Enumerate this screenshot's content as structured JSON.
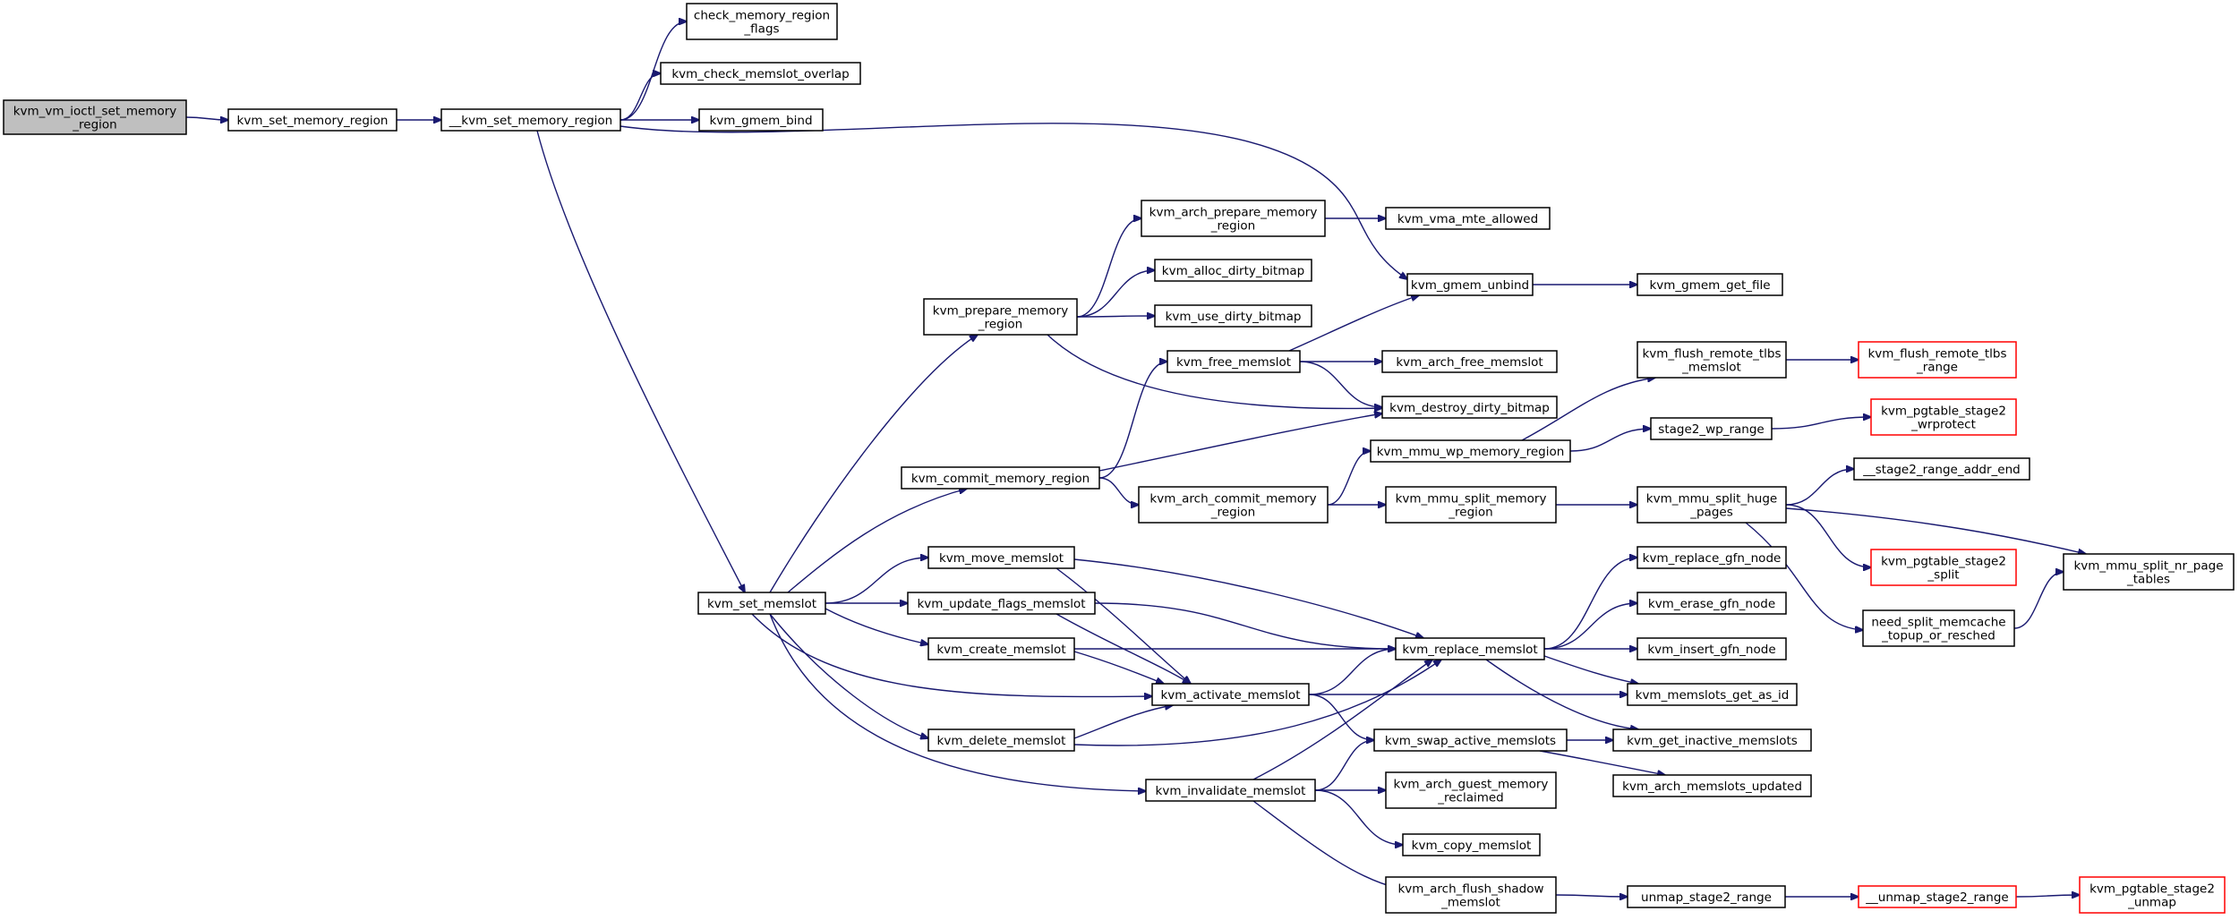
{
  "colors": {
    "edge": "#191970",
    "node_border": "#000000",
    "node_border_truncated": "#ff0000",
    "node_fill": "#ffffff",
    "root_fill": "#bfbfbf",
    "text": "#000000"
  },
  "nodes": [
    {
      "id": "root",
      "lines": [
        "kvm_vm_ioctl_set_memory",
        "_region"
      ],
      "kind": "root"
    },
    {
      "id": "set_mem",
      "lines": [
        "kvm_set_memory_region"
      ],
      "kind": "normal"
    },
    {
      "id": "__set_mem",
      "lines": [
        "__kvm_set_memory_region"
      ],
      "kind": "normal"
    },
    {
      "id": "check_flags",
      "lines": [
        "check_memory_region",
        "_flags"
      ],
      "kind": "normal"
    },
    {
      "id": "overlap",
      "lines": [
        "kvm_check_memslot_overlap"
      ],
      "kind": "normal"
    },
    {
      "id": "gmem_bind",
      "lines": [
        "kvm_gmem_bind"
      ],
      "kind": "normal"
    },
    {
      "id": "arch_prepare",
      "lines": [
        "kvm_arch_prepare_memory",
        "_region"
      ],
      "kind": "normal"
    },
    {
      "id": "mte",
      "lines": [
        "kvm_vma_mte_allowed"
      ],
      "kind": "normal"
    },
    {
      "id": "alloc_dirty",
      "lines": [
        "kvm_alloc_dirty_bitmap"
      ],
      "kind": "normal"
    },
    {
      "id": "gmem_unbind",
      "lines": [
        "kvm_gmem_unbind"
      ],
      "kind": "normal"
    },
    {
      "id": "gmem_get_file",
      "lines": [
        "kvm_gmem_get_file"
      ],
      "kind": "normal"
    },
    {
      "id": "use_dirty",
      "lines": [
        "kvm_use_dirty_bitmap"
      ],
      "kind": "normal"
    },
    {
      "id": "prepare",
      "lines": [
        "kvm_prepare_memory",
        "_region"
      ],
      "kind": "normal"
    },
    {
      "id": "free_memslot",
      "lines": [
        "kvm_free_memslot"
      ],
      "kind": "normal"
    },
    {
      "id": "arch_free",
      "lines": [
        "kvm_arch_free_memslot"
      ],
      "kind": "normal"
    },
    {
      "id": "flush_tlbs",
      "lines": [
        "kvm_flush_remote_tlbs",
        "_memslot"
      ],
      "kind": "normal"
    },
    {
      "id": "flush_tlbs_range",
      "lines": [
        "kvm_flush_remote_tlbs",
        "_range"
      ],
      "kind": "truncated"
    },
    {
      "id": "destroy_dirty",
      "lines": [
        "kvm_destroy_dirty_bitmap"
      ],
      "kind": "normal"
    },
    {
      "id": "wp_range",
      "lines": [
        "stage2_wp_range"
      ],
      "kind": "normal"
    },
    {
      "id": "wrprotect",
      "lines": [
        "kvm_pgtable_stage2",
        "_wrprotect"
      ],
      "kind": "truncated"
    },
    {
      "id": "wp_region",
      "lines": [
        "kvm_mmu_wp_memory_region"
      ],
      "kind": "normal"
    },
    {
      "id": "commit",
      "lines": [
        "kvm_commit_memory_region"
      ],
      "kind": "normal"
    },
    {
      "id": "arch_commit",
      "lines": [
        "kvm_arch_commit_memory",
        "_region"
      ],
      "kind": "normal"
    },
    {
      "id": "split_region",
      "lines": [
        "kvm_mmu_split_memory",
        "_region"
      ],
      "kind": "normal"
    },
    {
      "id": "split_huge",
      "lines": [
        "kvm_mmu_split_huge",
        "_pages"
      ],
      "kind": "normal"
    },
    {
      "id": "addr_end",
      "lines": [
        "__stage2_range_addr_end"
      ],
      "kind": "normal"
    },
    {
      "id": "move",
      "lines": [
        "kvm_move_memslot"
      ],
      "kind": "normal"
    },
    {
      "id": "replace_gfn",
      "lines": [
        "kvm_replace_gfn_node"
      ],
      "kind": "normal"
    },
    {
      "id": "stage2_split",
      "lines": [
        "kvm_pgtable_stage2",
        "_split"
      ],
      "kind": "truncated"
    },
    {
      "id": "nr_page",
      "lines": [
        "kvm_mmu_split_nr_page",
        "_tables"
      ],
      "kind": "normal"
    },
    {
      "id": "set_memslot",
      "lines": [
        "kvm_set_memslot"
      ],
      "kind": "normal"
    },
    {
      "id": "update_flags",
      "lines": [
        "kvm_update_flags_memslot"
      ],
      "kind": "normal"
    },
    {
      "id": "erase_gfn",
      "lines": [
        "kvm_erase_gfn_node"
      ],
      "kind": "normal"
    },
    {
      "id": "split_memcache",
      "lines": [
        "need_split_memcache",
        "_topup_or_resched"
      ],
      "kind": "normal"
    },
    {
      "id": "create",
      "lines": [
        "kvm_create_memslot"
      ],
      "kind": "normal"
    },
    {
      "id": "replace",
      "lines": [
        "kvm_replace_memslot"
      ],
      "kind": "normal"
    },
    {
      "id": "insert_gfn",
      "lines": [
        "kvm_insert_gfn_node"
      ],
      "kind": "normal"
    },
    {
      "id": "activate",
      "lines": [
        "kvm_activate_memslot"
      ],
      "kind": "normal"
    },
    {
      "id": "get_as_id",
      "lines": [
        "kvm_memslots_get_as_id"
      ],
      "kind": "normal"
    },
    {
      "id": "delete",
      "lines": [
        "kvm_delete_memslot"
      ],
      "kind": "normal"
    },
    {
      "id": "swap",
      "lines": [
        "kvm_swap_active_memslots"
      ],
      "kind": "normal"
    },
    {
      "id": "get_inactive",
      "lines": [
        "kvm_get_inactive_memslots"
      ],
      "kind": "normal"
    },
    {
      "id": "invalidate",
      "lines": [
        "kvm_invalidate_memslot"
      ],
      "kind": "normal"
    },
    {
      "id": "reclaimed",
      "lines": [
        "kvm_arch_guest_memory",
        "_reclaimed"
      ],
      "kind": "normal"
    },
    {
      "id": "arch_updated",
      "lines": [
        "kvm_arch_memslots_updated"
      ],
      "kind": "normal"
    },
    {
      "id": "copy",
      "lines": [
        "kvm_copy_memslot"
      ],
      "kind": "normal"
    },
    {
      "id": "flush_shadow",
      "lines": [
        "kvm_arch_flush_shadow",
        "_memslot"
      ],
      "kind": "normal"
    },
    {
      "id": "unmap_range",
      "lines": [
        "unmap_stage2_range"
      ],
      "kind": "normal"
    },
    {
      "id": "__unmap_range",
      "lines": [
        "__unmap_stage2_range"
      ],
      "kind": "truncated"
    },
    {
      "id": "pgtable_unmap",
      "lines": [
        "kvm_pgtable_stage2",
        "_unmap"
      ],
      "kind": "truncated"
    }
  ],
  "edges": [
    {
      "from": "root",
      "to": "set_mem"
    },
    {
      "from": "set_mem",
      "to": "__set_mem"
    },
    {
      "from": "__set_mem",
      "to": "check_flags"
    },
    {
      "from": "__set_mem",
      "to": "overlap"
    },
    {
      "from": "__set_mem",
      "to": "gmem_bind"
    },
    {
      "from": "__set_mem",
      "to": "gmem_unbind"
    },
    {
      "from": "__set_mem",
      "to": "set_memslot"
    },
    {
      "from": "set_memslot",
      "to": "prepare"
    },
    {
      "from": "set_memslot",
      "to": "commit"
    },
    {
      "from": "set_memslot",
      "to": "move"
    },
    {
      "from": "set_memslot",
      "to": "update_flags"
    },
    {
      "from": "set_memslot",
      "to": "create"
    },
    {
      "from": "set_memslot",
      "to": "activate"
    },
    {
      "from": "set_memslot",
      "to": "delete"
    },
    {
      "from": "set_memslot",
      "to": "invalidate"
    },
    {
      "from": "prepare",
      "to": "arch_prepare"
    },
    {
      "from": "prepare",
      "to": "alloc_dirty"
    },
    {
      "from": "prepare",
      "to": "use_dirty"
    },
    {
      "from": "prepare",
      "to": "destroy_dirty"
    },
    {
      "from": "arch_prepare",
      "to": "mte"
    },
    {
      "from": "gmem_unbind",
      "to": "gmem_get_file"
    },
    {
      "from": "commit",
      "to": "free_memslot"
    },
    {
      "from": "commit",
      "to": "destroy_dirty"
    },
    {
      "from": "commit",
      "to": "arch_commit"
    },
    {
      "from": "free_memslot",
      "to": "gmem_unbind"
    },
    {
      "from": "free_memslot",
      "to": "arch_free"
    },
    {
      "from": "free_memslot",
      "to": "destroy_dirty"
    },
    {
      "from": "arch_commit",
      "to": "wp_region"
    },
    {
      "from": "arch_commit",
      "to": "split_region"
    },
    {
      "from": "wp_region",
      "to": "flush_tlbs"
    },
    {
      "from": "wp_region",
      "to": "wp_range"
    },
    {
      "from": "flush_tlbs",
      "to": "flush_tlbs_range"
    },
    {
      "from": "wp_range",
      "to": "wrprotect"
    },
    {
      "from": "split_region",
      "to": "split_huge"
    },
    {
      "from": "split_huge",
      "to": "addr_end"
    },
    {
      "from": "split_huge",
      "to": "stage2_split"
    },
    {
      "from": "split_huge",
      "to": "nr_page"
    },
    {
      "from": "split_huge",
      "to": "split_memcache"
    },
    {
      "from": "split_memcache",
      "to": "nr_page"
    },
    {
      "from": "move",
      "to": "replace"
    },
    {
      "from": "move",
      "to": "activate"
    },
    {
      "from": "update_flags",
      "to": "replace"
    },
    {
      "from": "update_flags",
      "to": "activate"
    },
    {
      "from": "create",
      "to": "replace"
    },
    {
      "from": "create",
      "to": "activate"
    },
    {
      "from": "delete",
      "to": "activate"
    },
    {
      "from": "delete",
      "to": "replace"
    },
    {
      "from": "activate",
      "to": "replace"
    },
    {
      "from": "activate",
      "to": "get_as_id"
    },
    {
      "from": "activate",
      "to": "swap"
    },
    {
      "from": "replace",
      "to": "replace_gfn"
    },
    {
      "from": "replace",
      "to": "erase_gfn"
    },
    {
      "from": "replace",
      "to": "insert_gfn"
    },
    {
      "from": "replace",
      "to": "get_as_id"
    },
    {
      "from": "replace",
      "to": "get_inactive"
    },
    {
      "from": "swap",
      "to": "get_inactive"
    },
    {
      "from": "swap",
      "to": "arch_updated"
    },
    {
      "from": "invalidate",
      "to": "replace"
    },
    {
      "from": "invalidate",
      "to": "swap"
    },
    {
      "from": "invalidate",
      "to": "reclaimed"
    },
    {
      "from": "invalidate",
      "to": "copy"
    },
    {
      "from": "invalidate",
      "to": "flush_shadow"
    },
    {
      "from": "flush_shadow",
      "to": "unmap_range"
    },
    {
      "from": "unmap_range",
      "to": "__unmap_range"
    },
    {
      "from": "__unmap_range",
      "to": "pgtable_unmap"
    }
  ]
}
